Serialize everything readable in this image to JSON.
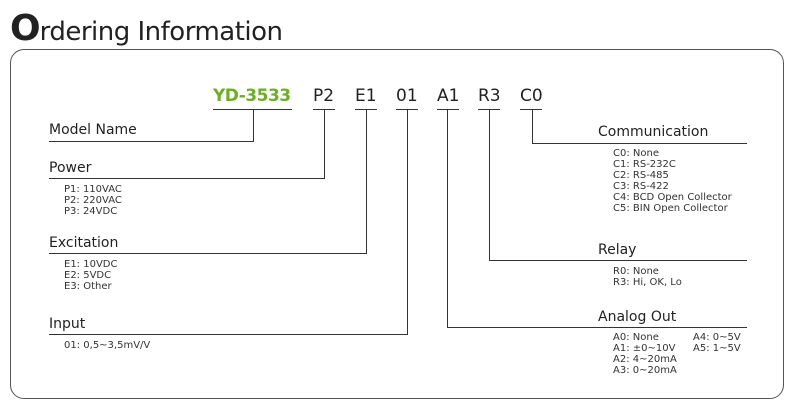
{
  "title": {
    "first_letter": "O",
    "rest": "rdering Information"
  },
  "code": {
    "model": "YD-3533",
    "power": "P2",
    "excitation": "E1",
    "input": "01",
    "analog": "A1",
    "relay": "R3",
    "comm": "C0"
  },
  "sections": {
    "model_name": {
      "label": "Model Name"
    },
    "power": {
      "label": "Power",
      "options": [
        "P1: 110VAC",
        "P2: 220VAC",
        "P3: 24VDC"
      ]
    },
    "excitation": {
      "label": "Excitation",
      "options": [
        "E1: 10VDC",
        "E2: 5VDC",
        "E3: Other"
      ]
    },
    "input": {
      "label": "Input",
      "options": [
        "01: 0,5~3,5mV/V"
      ]
    },
    "communication": {
      "label": "Communication",
      "options": [
        "C0: None",
        "C1: RS-232C",
        "C2: RS-485",
        "C3: RS-422",
        "C4: BCD Open Collector",
        "C5: BIN Open Collector"
      ]
    },
    "relay": {
      "label": "Relay",
      "options": [
        "R0: None",
        "R3: Hi, OK, Lo"
      ]
    },
    "analog_out": {
      "label": "Analog Out",
      "options_left": [
        "A0: None",
        "A1: ±0~10V",
        "A2: 4~20mA",
        "A3: 0~20mA"
      ],
      "options_right": [
        "A4: 0~5V",
        "A5: 1~5V"
      ]
    }
  }
}
